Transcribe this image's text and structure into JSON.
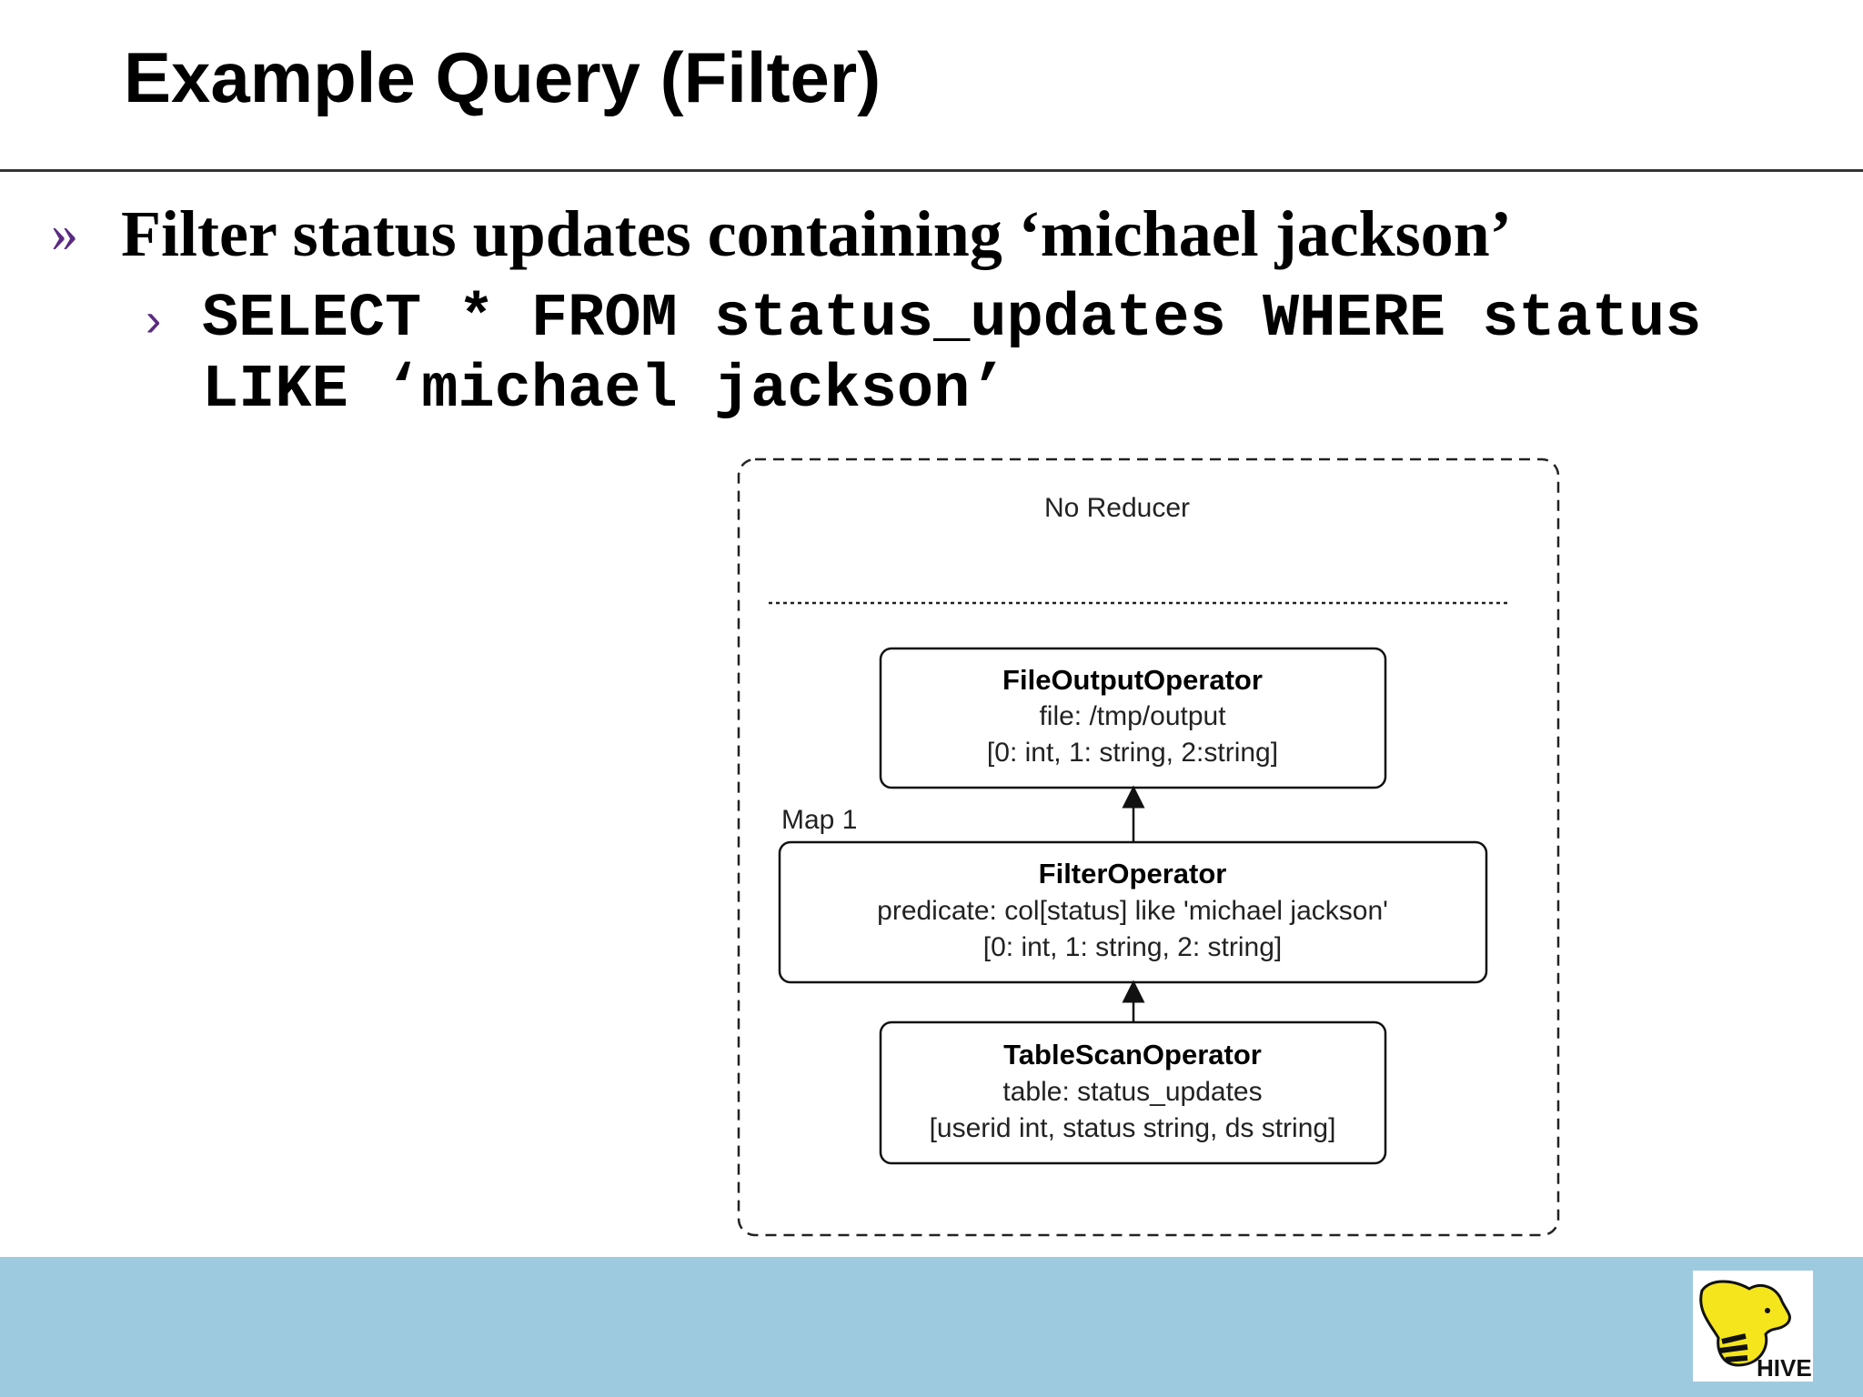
{
  "title": "Example Query (Filter)",
  "bullets": [
    {
      "marker": "»",
      "text": "Filter status updates containing ‘michael jackson’"
    }
  ],
  "sub_bullets": [
    {
      "marker": "›",
      "line1": "SELECT * FROM status_updates WHERE status",
      "line2": "LIKE ‘michael jackson’"
    }
  ],
  "diagram": {
    "reducer_label": "No Reducer",
    "map_label": "Map 1",
    "operators": [
      {
        "name": "FileOutputOperator",
        "line1": "file: /tmp/output",
        "line2": "[0: int, 1: string, 2:string]"
      },
      {
        "name": "FilterOperator",
        "line1": "predicate: col[status] like 'michael jackson'",
        "line2": "[0: int, 1: string, 2: string]"
      },
      {
        "name": "TableScanOperator",
        "line1": "table: status_updates",
        "line2": "[userid int, status string, ds string]"
      }
    ]
  },
  "logo": {
    "text": "HIVE",
    "icon": "hive-elephant-bee-logo"
  },
  "colors": {
    "footer": "#9ecae0",
    "bullet": "#5a2a82"
  }
}
